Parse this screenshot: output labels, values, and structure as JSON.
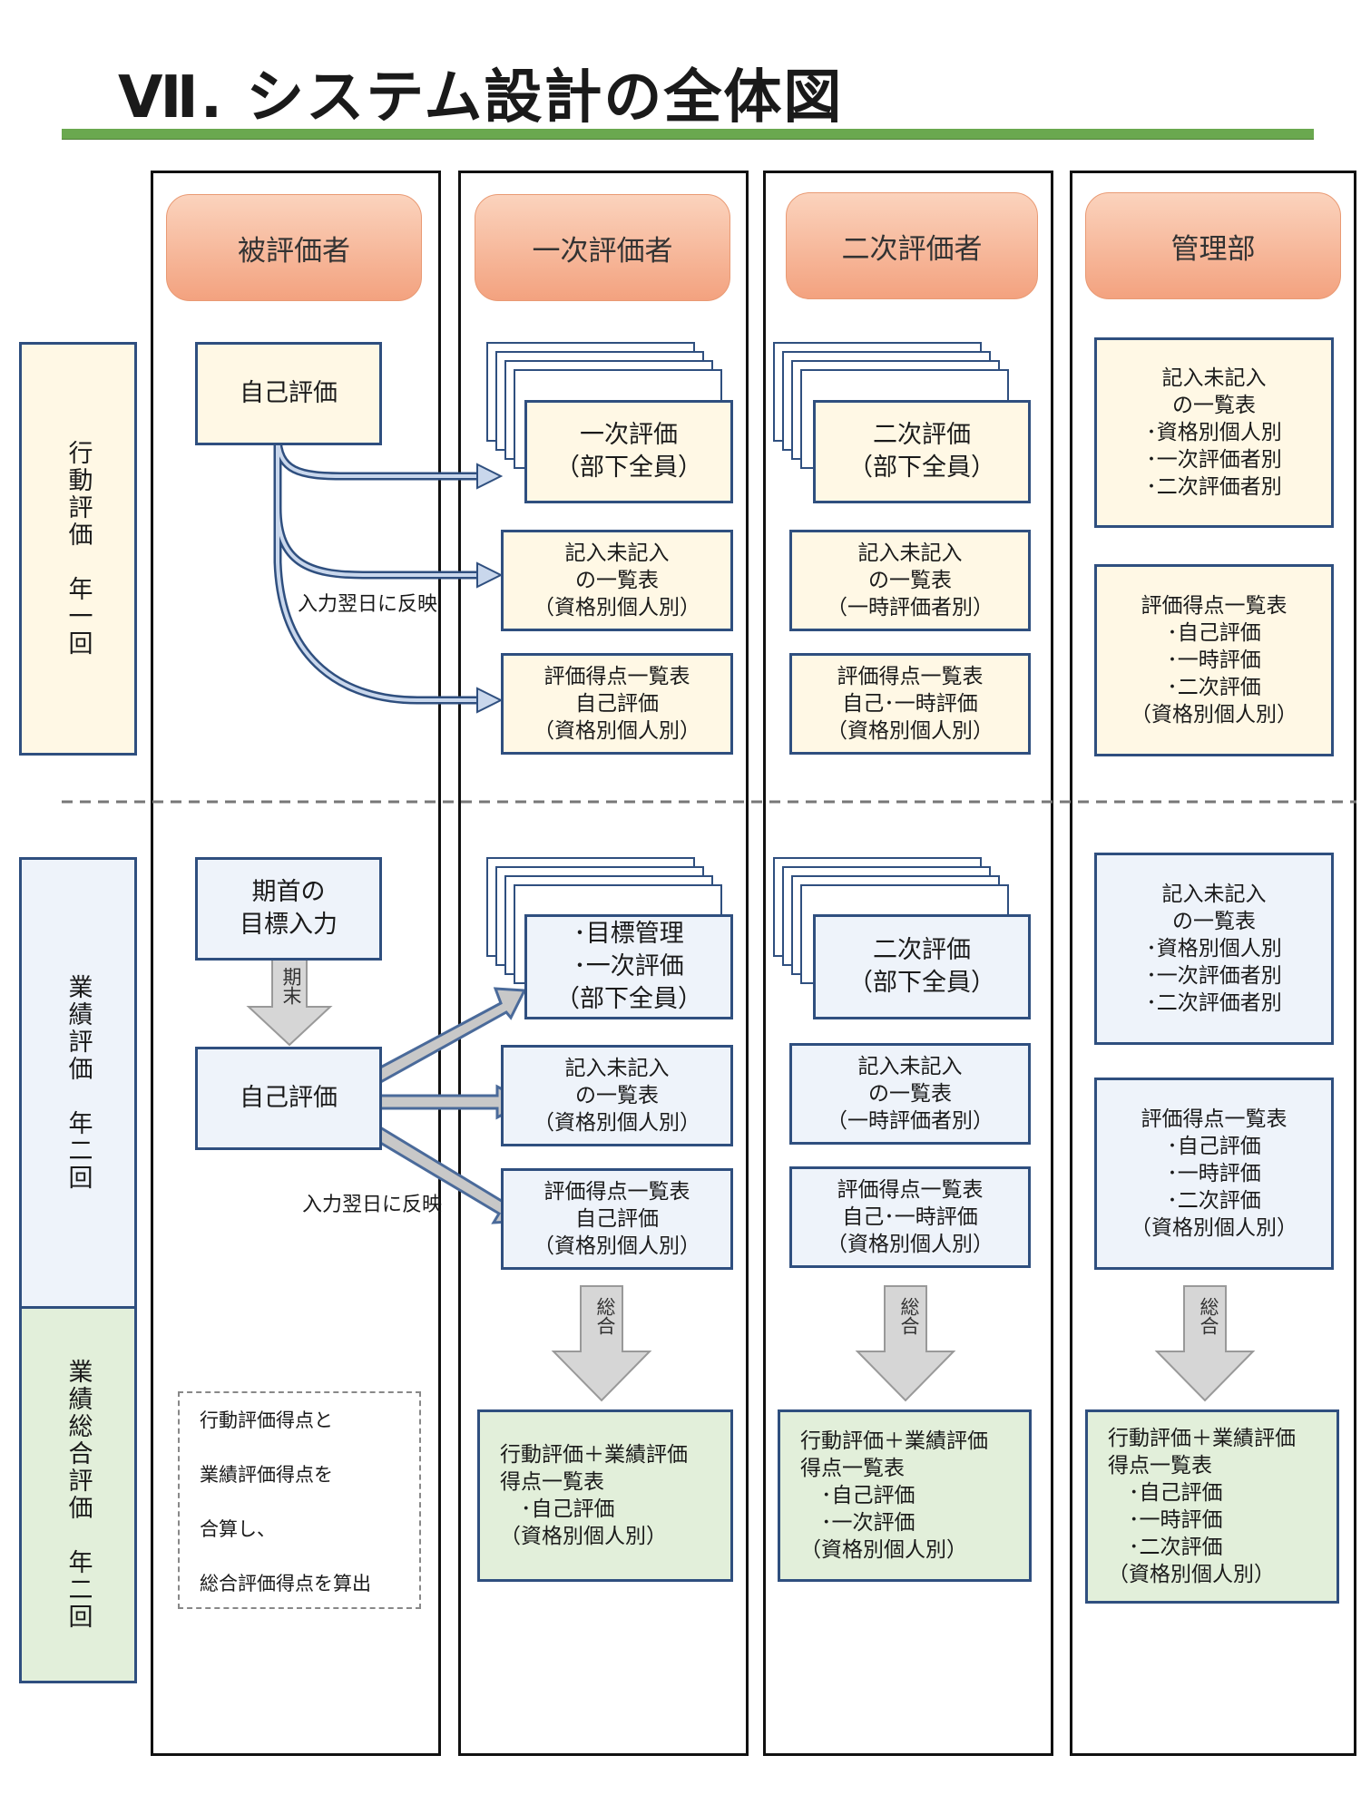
{
  "title": "Ⅶ. システム設計の全体図",
  "columns": {
    "c1": "被評価者",
    "c2": "一次評価者",
    "c3": "二次評価者",
    "c4": "管理部"
  },
  "rows": {
    "behavior": "行動評価　年一回",
    "performance": "業績評価　年二回",
    "combined": "業績総合評価　年二回"
  },
  "upper": {
    "self_eval": "自己評価",
    "reflect_label": "入力翌日に反映",
    "c2_primary": "一次評価\n（部下全員）",
    "c2_unfilled": "記入未記入\nの一覧表\n（資格別個人別）",
    "c2_score": "評価得点一覧表\n自己評価\n（資格別個人別）",
    "c3_secondary": "二次評価\n（部下全員）",
    "c3_unfilled": "記入未記入\nの一覧表\n（一時評価者別）",
    "c3_score": "評価得点一覧表\n自己･一時評価\n（資格別個人別）",
    "c4_unfilled": "記入未記入\nの一覧表\n･資格別個人別\n･一次評価者別\n･二次評価者別",
    "c4_score": "評価得点一覧表\n･自己評価\n･一時評価\n･二次評価\n（資格別個人別）"
  },
  "lower": {
    "goal_input": "期首の\n目標入力",
    "period_end": "期末",
    "self_eval": "自己評価",
    "reflect_label": "入力翌日に反映",
    "c2_primary": "･目標管理\n･一次評価\n（部下全員）",
    "c2_unfilled": "記入未記入\nの一覧表\n（資格別個人別）",
    "c2_score": "評価得点一覧表\n自己評価\n（資格別個人別）",
    "c3_secondary": "二次評価\n（部下全員）",
    "c3_unfilled": "記入未記入\nの一覧表\n（一時評価者別）",
    "c3_score": "評価得点一覧表\n自己･一時評価\n（資格別個人別）",
    "c4_unfilled": "記入未記入\nの一覧表\n･資格別個人別\n･一次評価者別\n･二次評価者別",
    "c4_score": "評価得点一覧表\n･自己評価\n･一時評価\n･二次評価\n（資格別個人別）"
  },
  "combined": {
    "arrow_label": "総合",
    "note_lines": [
      "行動評価得点と",
      "業績評価得点を",
      "合算し、",
      "総合評価得点を算出"
    ],
    "c2_result": "行動評価＋業績評価\n得点一覧表\n　･自己評価\n（資格別個人別）",
    "c3_result": "行動評価＋業績評価\n得点一覧表\n　･自己評価\n　･一次評価\n（資格別個人別）",
    "c4_result": "行動評価＋業績評価\n得点一覧表\n　･自己評価\n　･一時評価\n　･二次評価\n（資格別個人別）"
  },
  "colors": {
    "header_fill": "#f5ad8a",
    "cream": "#fff8e5",
    "blue": "#eef3fa",
    "green": "#e2efda",
    "accent_bar": "#6aa84f",
    "box_border": "#2f4f7f"
  }
}
